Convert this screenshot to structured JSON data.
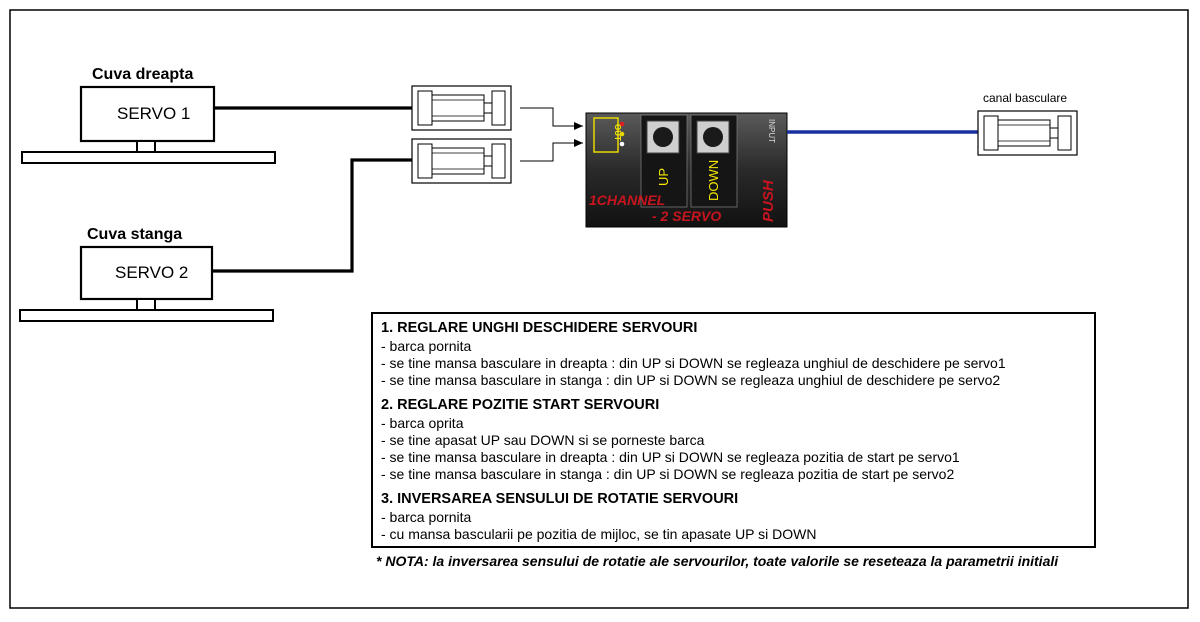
{
  "servos": {
    "right_title": "Cuva dreapta",
    "right_label": "SERVO 1",
    "left_title": "Cuva stanga",
    "left_label": "SERVO 2"
  },
  "channel_label": "canal basculare",
  "module": {
    "out_label": "OUT",
    "up_label": "UP",
    "down_label": "DOWN",
    "input_label": "INPUT",
    "push_label": "PUSH",
    "channel_line1": "1CHANNEL",
    "channel_line2": "- 2 SERVO"
  },
  "instructions": {
    "section1_title": "1. REGLARE UNGHI DESCHIDERE SERVOURI",
    "section1_lines": [
      "- barca pornita",
      "- se tine mansa basculare in dreapta : din UP si DOWN se regleaza unghiul de deschidere pe servo1",
      "- se tine mansa basculare in stanga  : din UP si DOWN se regleaza unghiul de deschidere pe servo2"
    ],
    "section2_title": "2. REGLARE POZITIE START SERVOURI",
    "section2_lines": [
      "- barca oprita",
      "- se tine apasat UP sau DOWN si se porneste barca",
      "- se tine mansa basculare in dreapta : din UP si DOWN se regleaza pozitia de start pe servo1",
      "- se tine mansa basculare in stanga  : din UP si DOWN se regleaza pozitia de start pe servo2"
    ],
    "section3_title": "3. INVERSAREA SENSULUI DE ROTATIE SERVOURI",
    "section3_lines": [
      "- barca pornita",
      "- cu mansa bascularii pe pozitia de mijloc, se tin apasate UP si DOWN"
    ]
  },
  "note": "* NOTA: la inversarea sensului de rotatie ale servourilor, toate valorile se reseteaza la parametrii initiali",
  "colors": {
    "wire": "#000000",
    "input_wire": "#1a2f9e",
    "module_dark": "#1a1a1a",
    "module_text_red": "#c8141e",
    "module_text_yellow": "#f5e600"
  }
}
